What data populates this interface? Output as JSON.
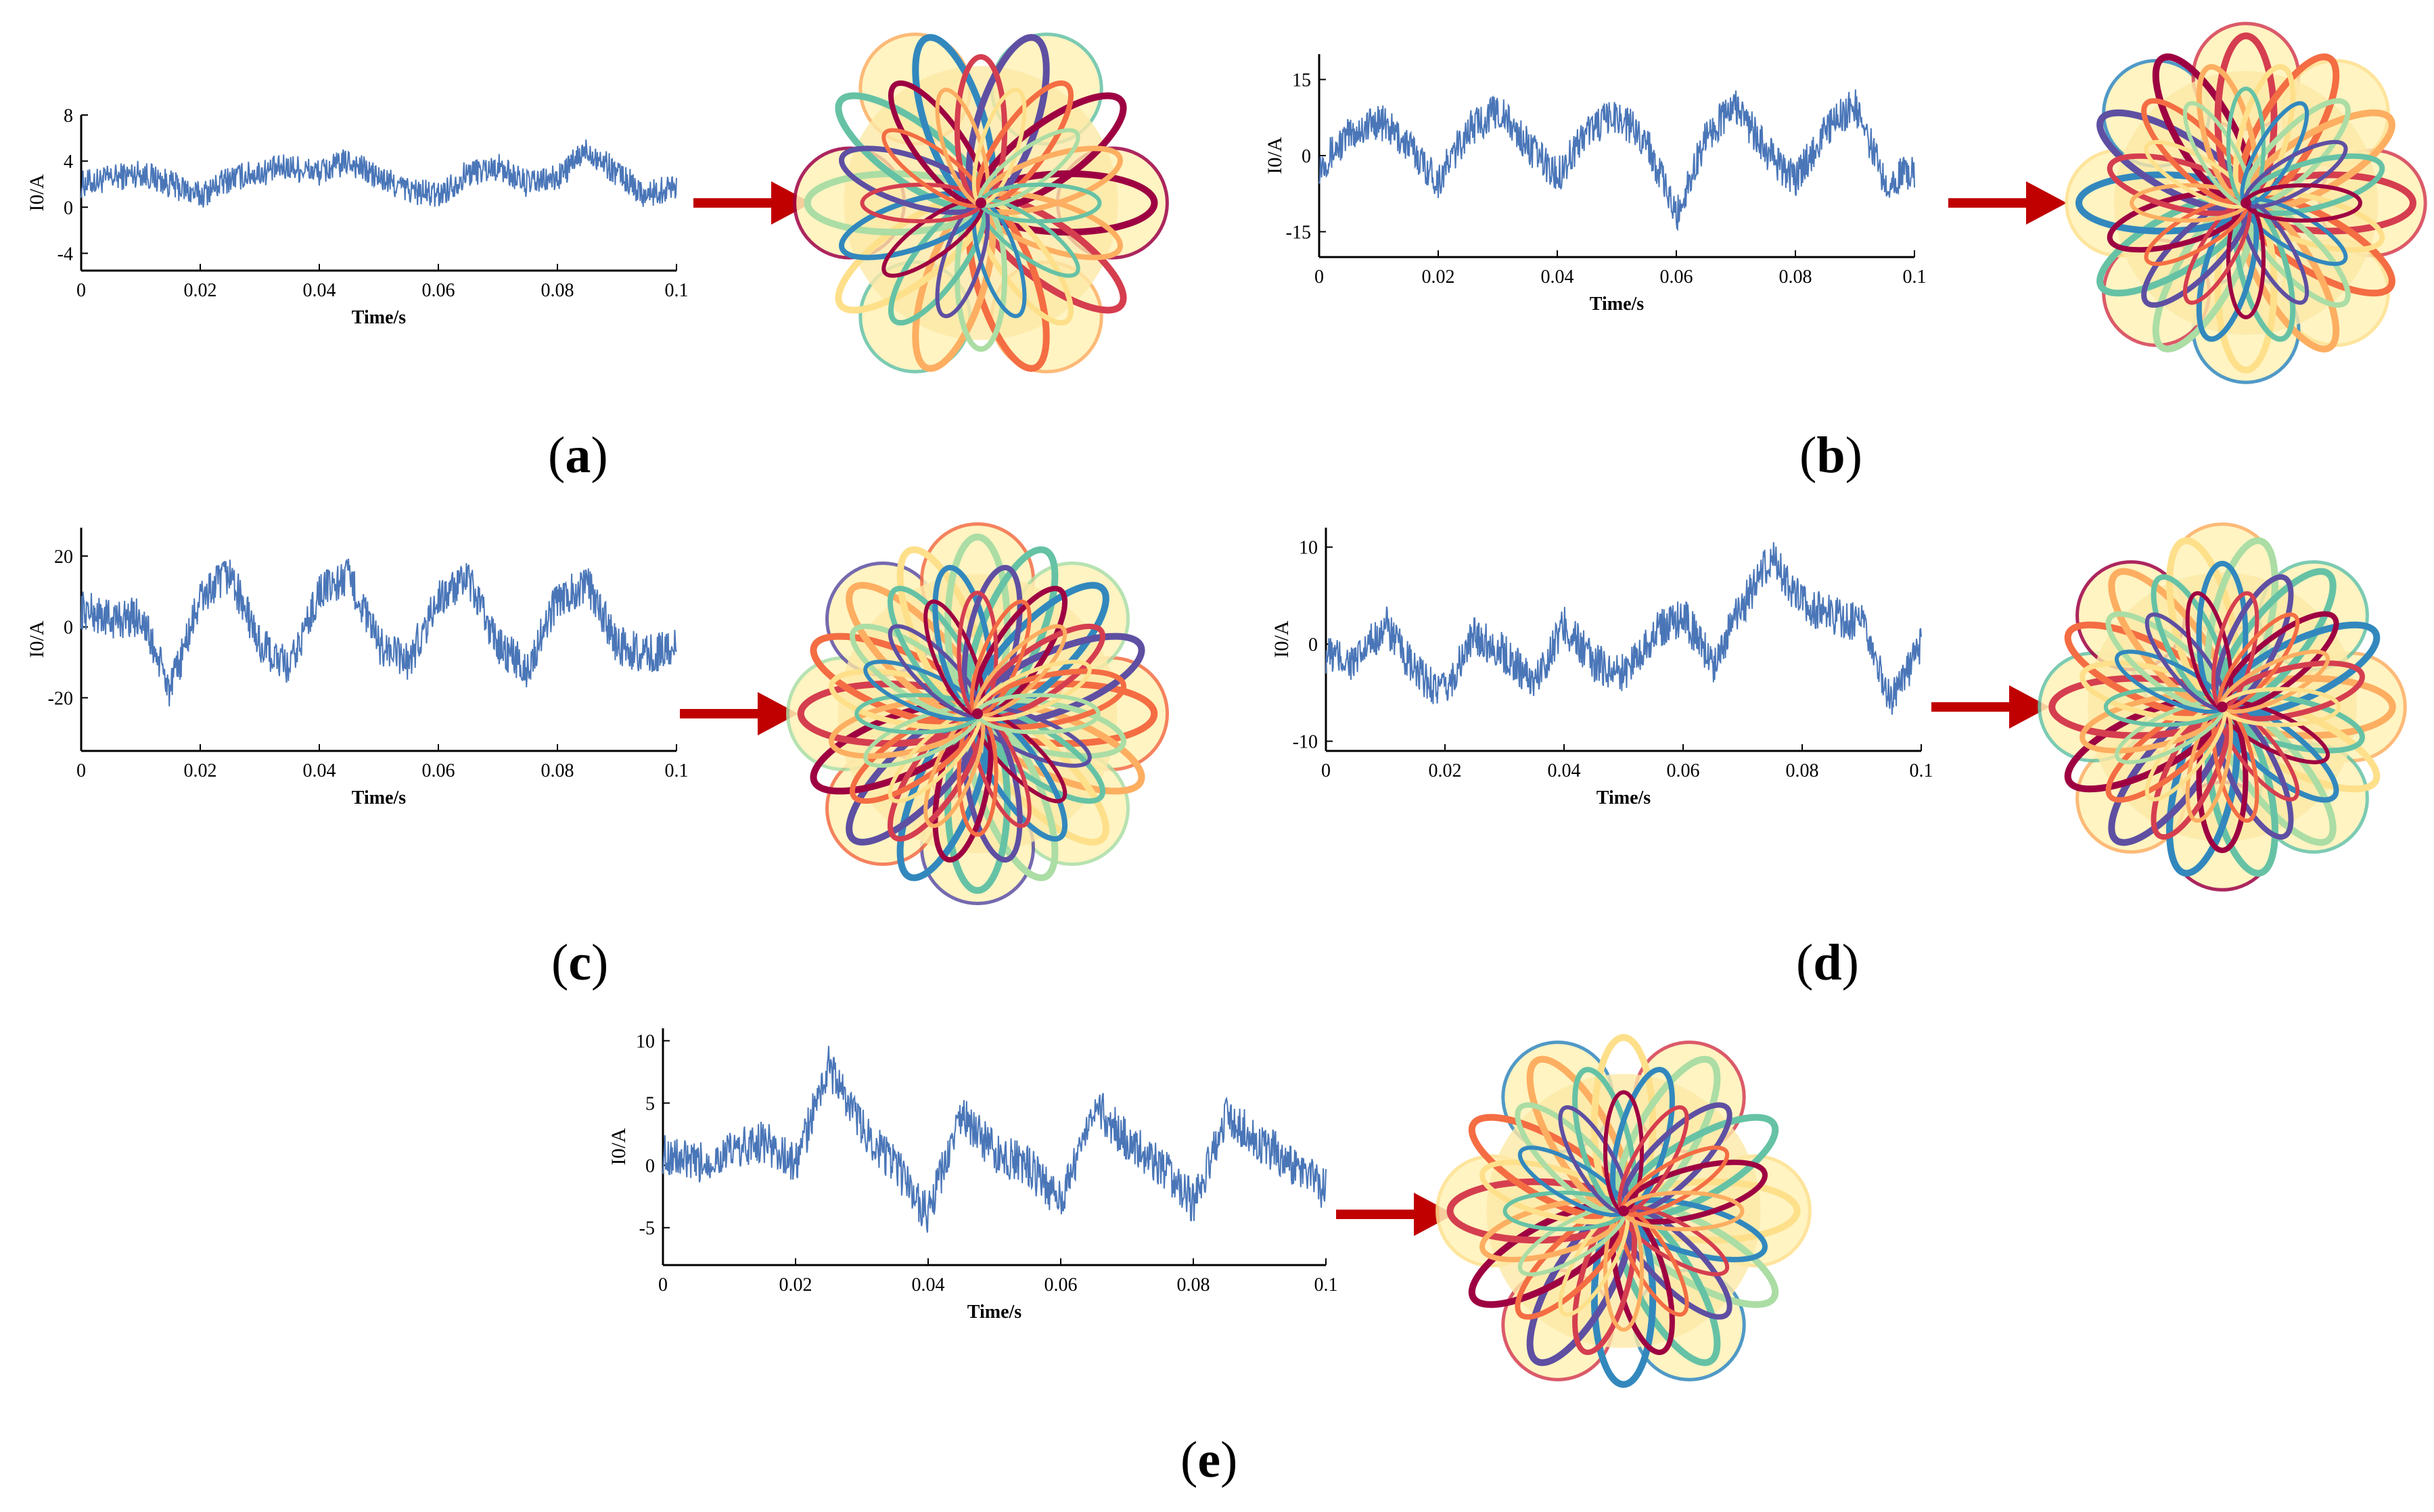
{
  "chart_data": [
    {
      "id": "a",
      "type": "line",
      "xlabel": "Time/s",
      "ylabel": "I0/A",
      "xlim": [
        0,
        0.1
      ],
      "ylim": [
        -5.5,
        8
      ],
      "xticks": [
        "0",
        "0.02",
        "0.04",
        "0.06",
        "0.08",
        "0.1"
      ],
      "yticks": [
        "-4",
        "0",
        "4",
        "8"
      ],
      "series": [
        {
          "color": "#4a76b8",
          "x": [
            0,
            0.005,
            0.01,
            0.015,
            0.02,
            0.025,
            0.03,
            0.035,
            0.04,
            0.045,
            0.05,
            0.055,
            0.06,
            0.065,
            0.07,
            0.075,
            0.08,
            0.085,
            0.09,
            0.095,
            0.1
          ],
          "y": [
            2,
            2.5,
            3,
            2,
            1,
            2.5,
            3,
            3.5,
            3,
            4,
            2.5,
            1.5,
            1,
            3,
            3.5,
            2,
            2.5,
            5,
            3,
            1,
            2
          ]
        }
      ]
    },
    {
      "id": "b",
      "type": "line",
      "xlabel": "Time/s",
      "ylabel": "I0/A",
      "xlim": [
        0,
        0.1
      ],
      "ylim": [
        -20,
        20
      ],
      "xticks": [
        "0",
        "0.02",
        "0.04",
        "0.06",
        "0.08",
        "0.1"
      ],
      "yticks": [
        "-15",
        "0",
        "15"
      ],
      "series": [
        {
          "color": "#4a76b8",
          "x": [
            0,
            0.005,
            0.01,
            0.015,
            0.02,
            0.025,
            0.03,
            0.035,
            0.04,
            0.045,
            0.05,
            0.055,
            0.06,
            0.065,
            0.07,
            0.075,
            0.08,
            0.085,
            0.09,
            0.095,
            0.1
          ],
          "y": [
            -2,
            4,
            7,
            2,
            -5,
            5,
            9,
            2,
            -4,
            5,
            8,
            3,
            -12,
            4,
            10,
            1,
            -5,
            5,
            10,
            -5,
            -3
          ]
        }
      ]
    },
    {
      "id": "c",
      "type": "line",
      "xlabel": "Time/s",
      "ylabel": "I0/A",
      "xlim": [
        0,
        0.1
      ],
      "ylim": [
        -35,
        28
      ],
      "xticks": [
        "0",
        "0.02",
        "0.04",
        "0.06",
        "0.08",
        "0.1"
      ],
      "yticks": [
        "-20",
        "0",
        "20"
      ],
      "series": [
        {
          "color": "#4a76b8",
          "x": [
            0,
            0.005,
            0.01,
            0.015,
            0.02,
            0.025,
            0.03,
            0.035,
            0.04,
            0.045,
            0.05,
            0.055,
            0.06,
            0.065,
            0.07,
            0.075,
            0.08,
            0.085,
            0.09,
            0.095,
            0.1
          ],
          "y": [
            5,
            2,
            3,
            -18,
            8,
            15,
            -5,
            -12,
            10,
            14,
            -5,
            -10,
            8,
            13,
            -5,
            -12,
            8,
            12,
            -5,
            -8,
            -5
          ]
        }
      ]
    },
    {
      "id": "d",
      "type": "line",
      "xlabel": "Time/s",
      "ylabel": "I0/A",
      "xlim": [
        0,
        0.1
      ],
      "ylim": [
        -11,
        12
      ],
      "xticks": [
        "0",
        "0.02",
        "0.04",
        "0.06",
        "0.08",
        "0.1"
      ],
      "yticks": [
        "-10",
        "0",
        "10"
      ],
      "series": [
        {
          "color": "#4a76b8",
          "x": [
            0,
            0.005,
            0.01,
            0.015,
            0.02,
            0.025,
            0.03,
            0.035,
            0.04,
            0.045,
            0.05,
            0.055,
            0.06,
            0.065,
            0.07,
            0.075,
            0.08,
            0.085,
            0.09,
            0.095,
            0.1
          ],
          "y": [
            -1,
            -2,
            2,
            -3,
            -5,
            1,
            -1,
            -4,
            2,
            -2,
            -3,
            1,
            3,
            -2,
            4,
            9,
            4,
            3,
            2,
            -6,
            0
          ]
        }
      ]
    },
    {
      "id": "e",
      "type": "line",
      "xlabel": "Time/s",
      "ylabel": "I0/A",
      "xlim": [
        0,
        0.1
      ],
      "ylim": [
        -8,
        11
      ],
      "xticks": [
        "0",
        "0.02",
        "0.04",
        "0.06",
        "0.08",
        "0.1"
      ],
      "yticks": [
        "-5",
        "0",
        "5",
        "10"
      ],
      "series": [
        {
          "color": "#4a76b8",
          "x": [
            0,
            0.005,
            0.01,
            0.015,
            0.02,
            0.025,
            0.03,
            0.035,
            0.04,
            0.045,
            0.05,
            0.055,
            0.06,
            0.065,
            0.07,
            0.075,
            0.08,
            0.085,
            0.09,
            0.095,
            0.1
          ],
          "y": [
            1,
            0,
            1,
            2,
            0,
            8,
            3,
            0,
            -4,
            4,
            1,
            0,
            -3,
            5,
            2,
            0,
            -3,
            4,
            2,
            0,
            -2
          ]
        }
      ]
    }
  ],
  "flowers": [
    {
      "id": "a",
      "palette": [
        "#9e0142",
        "#d53e4f",
        "#f46d43",
        "#fdae61",
        "#fee08b",
        "#abdda4",
        "#66c2a5",
        "#3288bd",
        "#5e4fa2"
      ]
    },
    {
      "id": "b",
      "palette": [
        "#9e0142",
        "#d53e4f",
        "#f46d43",
        "#fdae61",
        "#fee08b",
        "#abdda4",
        "#66c2a5",
        "#3288bd",
        "#5e4fa2"
      ]
    },
    {
      "id": "c",
      "palette": [
        "#9e0142",
        "#d53e4f",
        "#f46d43",
        "#fdae61",
        "#fee08b",
        "#abdda4",
        "#66c2a5",
        "#3288bd",
        "#5e4fa2"
      ]
    },
    {
      "id": "d",
      "palette": [
        "#9e0142",
        "#d53e4f",
        "#f46d43",
        "#fdae61",
        "#fee08b",
        "#abdda4",
        "#66c2a5",
        "#3288bd",
        "#5e4fa2"
      ]
    },
    {
      "id": "e",
      "palette": [
        "#9e0142",
        "#d53e4f",
        "#f46d43",
        "#fdae61",
        "#fee08b",
        "#abdda4",
        "#66c2a5",
        "#3288bd",
        "#5e4fa2"
      ]
    }
  ],
  "arrow_color": "#c00000",
  "captions": {
    "a": "a",
    "b": "b",
    "c": "c",
    "d": "d",
    "e": "e"
  }
}
